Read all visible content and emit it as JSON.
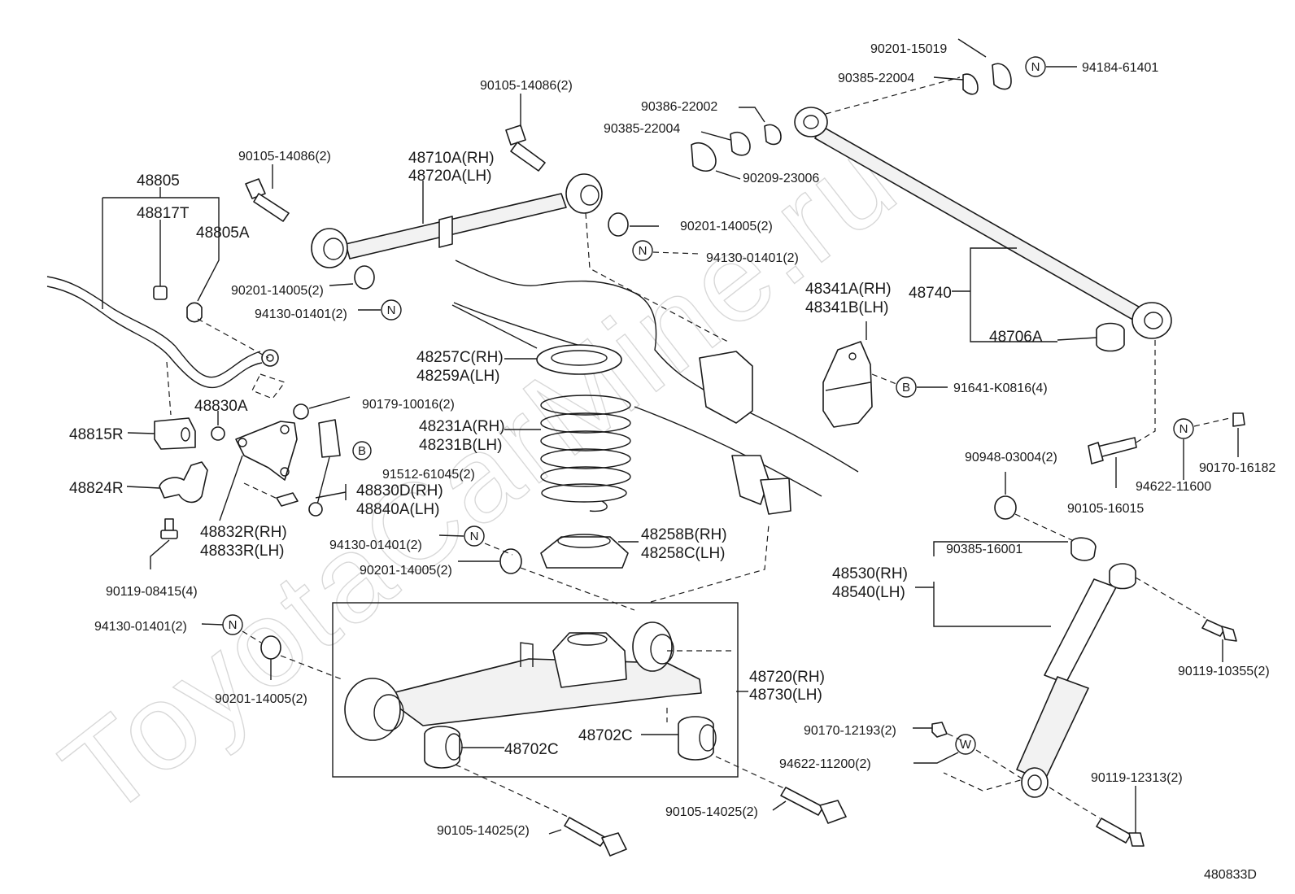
{
  "watermark": "ToyotaCarMine.ru",
  "diagram_code": "480833D",
  "labels": {
    "l48805": "48805",
    "l48817T": "48817T",
    "l48805A": "48805A",
    "l48830A": "48830A",
    "l48815R": "48815R",
    "l48824R": "48824R",
    "l48832": "48832R(RH)",
    "l48833": "48833R(LH)",
    "l90119_08415": "90119-08415(4)",
    "l90105_14086_left": "90105-14086(2)",
    "l90105_14086_top": "90105-14086(2)",
    "l48710A": "48710A(RH)",
    "l48720A": "48720A(LH)",
    "l90201_14005_a": "90201-14005(2)",
    "l94130_a": "94130-01401(2)",
    "l90201_14005_b": "90201-14005(2)",
    "l94130_b": "94130-01401(2)",
    "l90179": "90179-10016(2)",
    "l91512": "91512-61045(2)",
    "l48830D": "48830D(RH)",
    "l48840A": "48840A(LH)",
    "l48257C": "48257C(RH)",
    "l48259A": "48259A(LH)",
    "l48231A": "48231A(RH)",
    "l48231B": "48231B(LH)",
    "l48258B": "48258B(RH)",
    "l48258C": "48258C(LH)",
    "l94130_c": "94130-01401(2)",
    "l90201_14005_c": "90201-14005(2)",
    "l94130_d": "94130-01401(2)",
    "l90201_14005_d": "90201-14005(2)",
    "l48720RH": "48720(RH)",
    "l48730LH": "48730(LH)",
    "l48702C_a": "48702C",
    "l48702C_b": "48702C",
    "l90105_14025_a": "90105-14025(2)",
    "l90105_14025_b": "90105-14025(2)",
    "l90201_15019": "90201-15019",
    "l90385_22004_a": "90385-22004",
    "l94184": "94184-61401",
    "l90386": "90386-22002",
    "l90385_22004_b": "90385-22004",
    "l90209": "90209-23006",
    "l48341A": "48341A(RH)",
    "l48341B": "48341B(LH)",
    "l91641": "91641-K0816(4)",
    "l48740": "48740",
    "l48706A": "48706A",
    "l90948": "90948-03004(2)",
    "l90170_16182": "90170-16182",
    "l94622_11600": "94622-11600",
    "l90105_16015": "90105-16015",
    "l90385_16001": "90385-16001",
    "l48530": "48530(RH)",
    "l48540": "48540(LH)",
    "l90119_10355": "90119-10355(2)",
    "l90170_12193": "90170-12193(2)",
    "l94622_11200": "94622-11200(2)",
    "l90119_12313": "90119-12313(2)"
  },
  "symbols": {
    "n": "N",
    "b": "B",
    "w": "W"
  }
}
